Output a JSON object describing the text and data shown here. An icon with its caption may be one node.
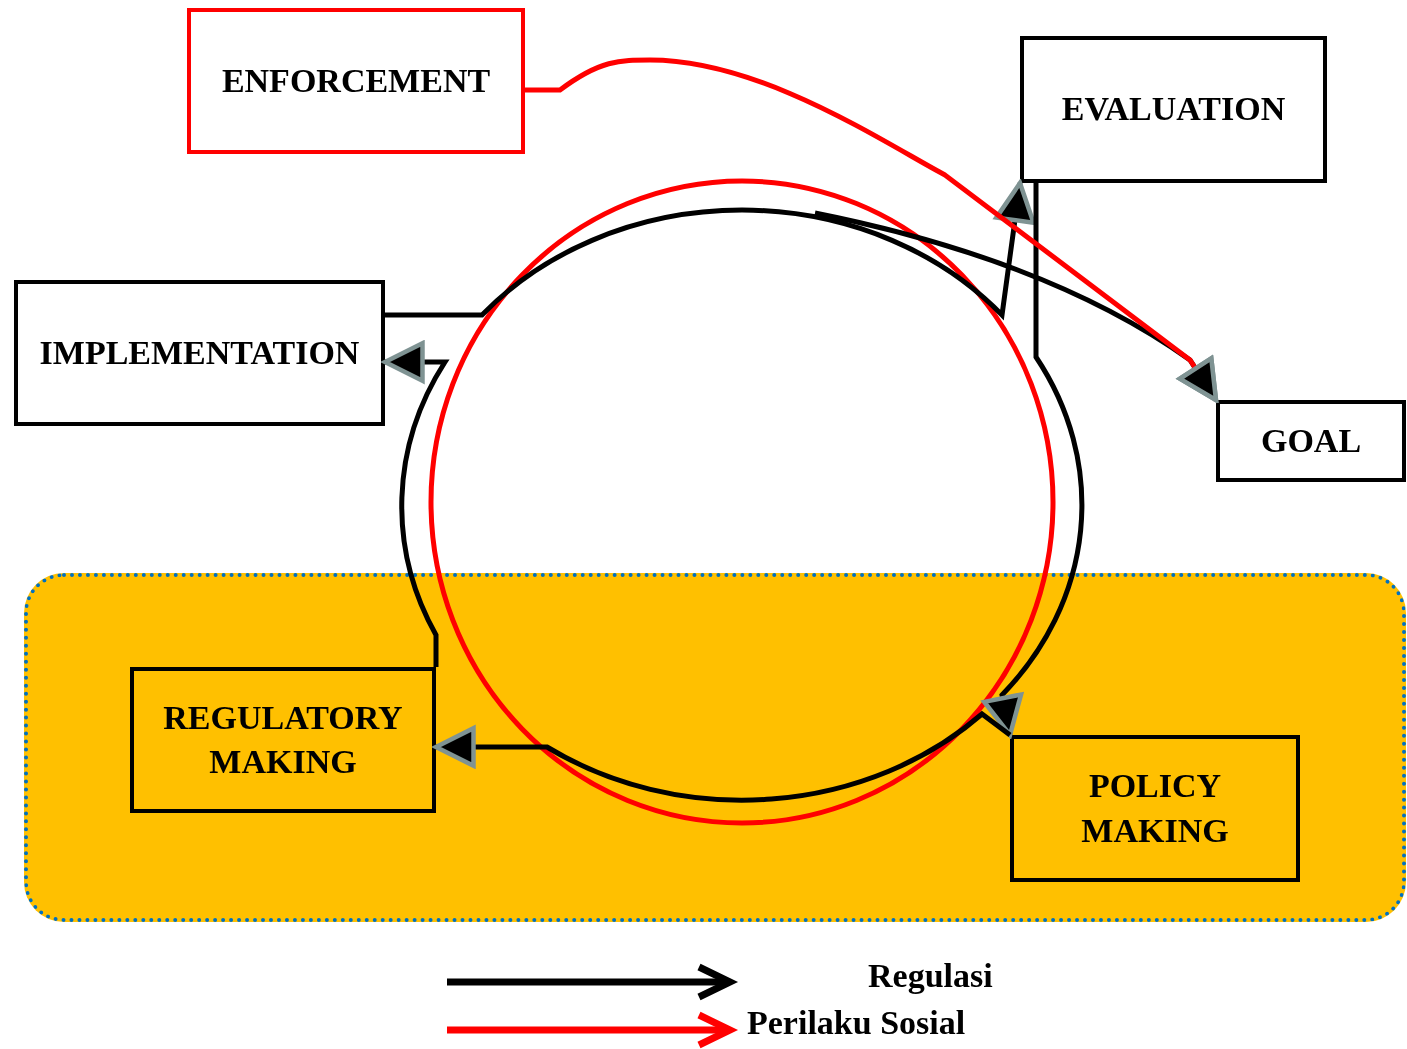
{
  "diagram": {
    "nodes": [
      {
        "text": [
          "ENFORCEMENT"
        ]
      },
      {
        "text": [
          "EVALUATION"
        ]
      },
      {
        "text": [
          "IMPLEMENTATION"
        ]
      },
      {
        "text": [
          "GOAL"
        ]
      },
      {
        "text": [],
        "shape": "box"
      },
      {
        "text": [
          "REGULATORY MAKING"
        ],
        "in": 4
      },
      {
        "text": [
          "POLICY MAKING"
        ],
        "in": 4
      }
    ],
    "edges": [
      {
        "from": 5,
        "to": 2,
        "arrow": "to"
      },
      {
        "from": 2,
        "to": 1,
        "arrow": "to"
      },
      {
        "from": 1,
        "to": 6,
        "arrow": "to"
      },
      {
        "from": 6,
        "to": 5,
        "arrow": "to"
      },
      {
        "from": null,
        "to": 3,
        "arrow": "to"
      },
      {
        "from": 0,
        "to": 3,
        "arrow": "to",
        "color": "#ff0000"
      }
    ],
    "legend": [
      {
        "text": "Regulasi"
      },
      {
        "text": "Perilaku Sosial"
      }
    ]
  }
}
